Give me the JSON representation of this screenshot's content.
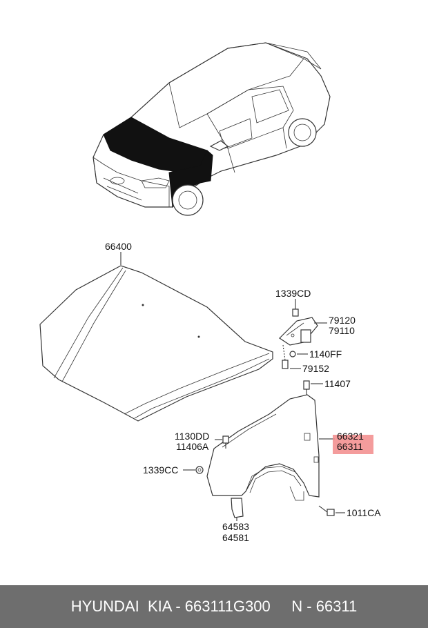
{
  "labels": {
    "hood": "66400",
    "hinge_bolt": "1339CD",
    "hinge_a": "79120",
    "hinge_b": "79110",
    "bolt_1140": "1140FF",
    "bolt_79152": "79152",
    "bolt_11407": "11407",
    "fender_a": "66321",
    "fender_b": "66311",
    "bolt_1130": "1130DD",
    "bolt_11406": "11406A",
    "nut_1339": "1339CC",
    "bolt_1011": "1011CA",
    "bracket_a": "64583",
    "bracket_b": "64581"
  },
  "footer": {
    "text": "HYUNDAI  KIA - 663111G300     N - 66311"
  },
  "colors": {
    "highlight": "#f28b8b",
    "footer_bg": "#6e6e6e",
    "footer_text": "#ffffff"
  }
}
